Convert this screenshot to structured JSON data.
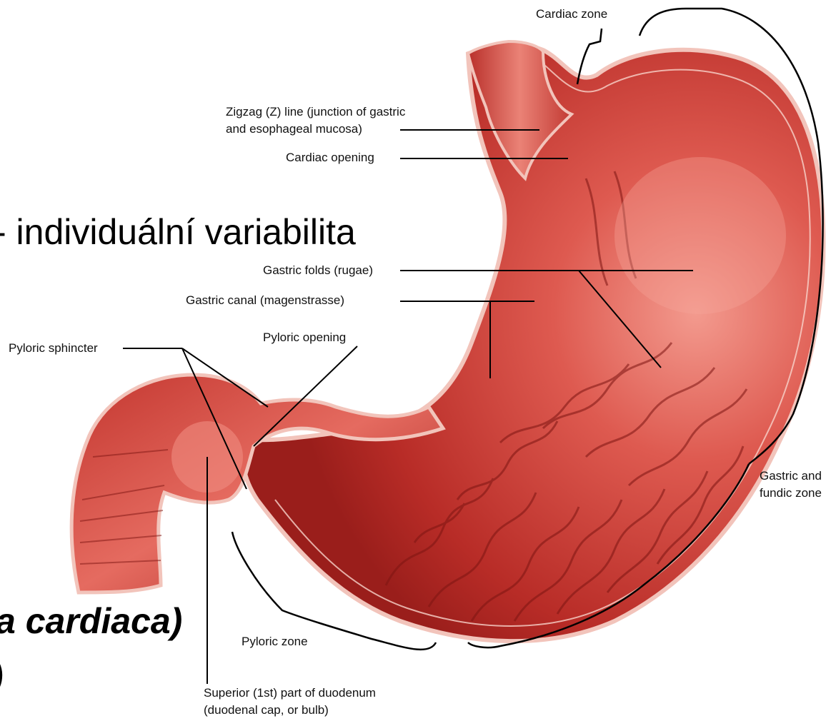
{
  "slide_text": {
    "line1": "- individuální variabilita",
    "line2": "a cardiaca)",
    "line3": ")"
  },
  "labels": {
    "cardiac_zone": "Cardiac zone",
    "z_line_1": "Zigzag (Z) line (junction of gastric",
    "z_line_2": "and esophageal mucosa)",
    "cardiac_opening": "Cardiac opening",
    "gastric_folds": "Gastric folds (rugae)",
    "gastric_canal": "Gastric canal (magenstrasse)",
    "pyloric_sphincter": "Pyloric sphincter",
    "pyloric_opening": "Pyloric opening",
    "gastric_fundic_1": "Gastric and",
    "gastric_fundic_2": "fundic zone",
    "pyloric_zone": "Pyloric zone",
    "duodenum_1": "Superior (1st) part of duodenum",
    "duodenum_2": "(duodenal cap, or bulb)"
  },
  "colors": {
    "tissue_dark": "#9c1f1c",
    "tissue_mid": "#c73a34",
    "tissue_light": "#ef7d72",
    "mucosa_edge": "#f6c2b8"
  }
}
